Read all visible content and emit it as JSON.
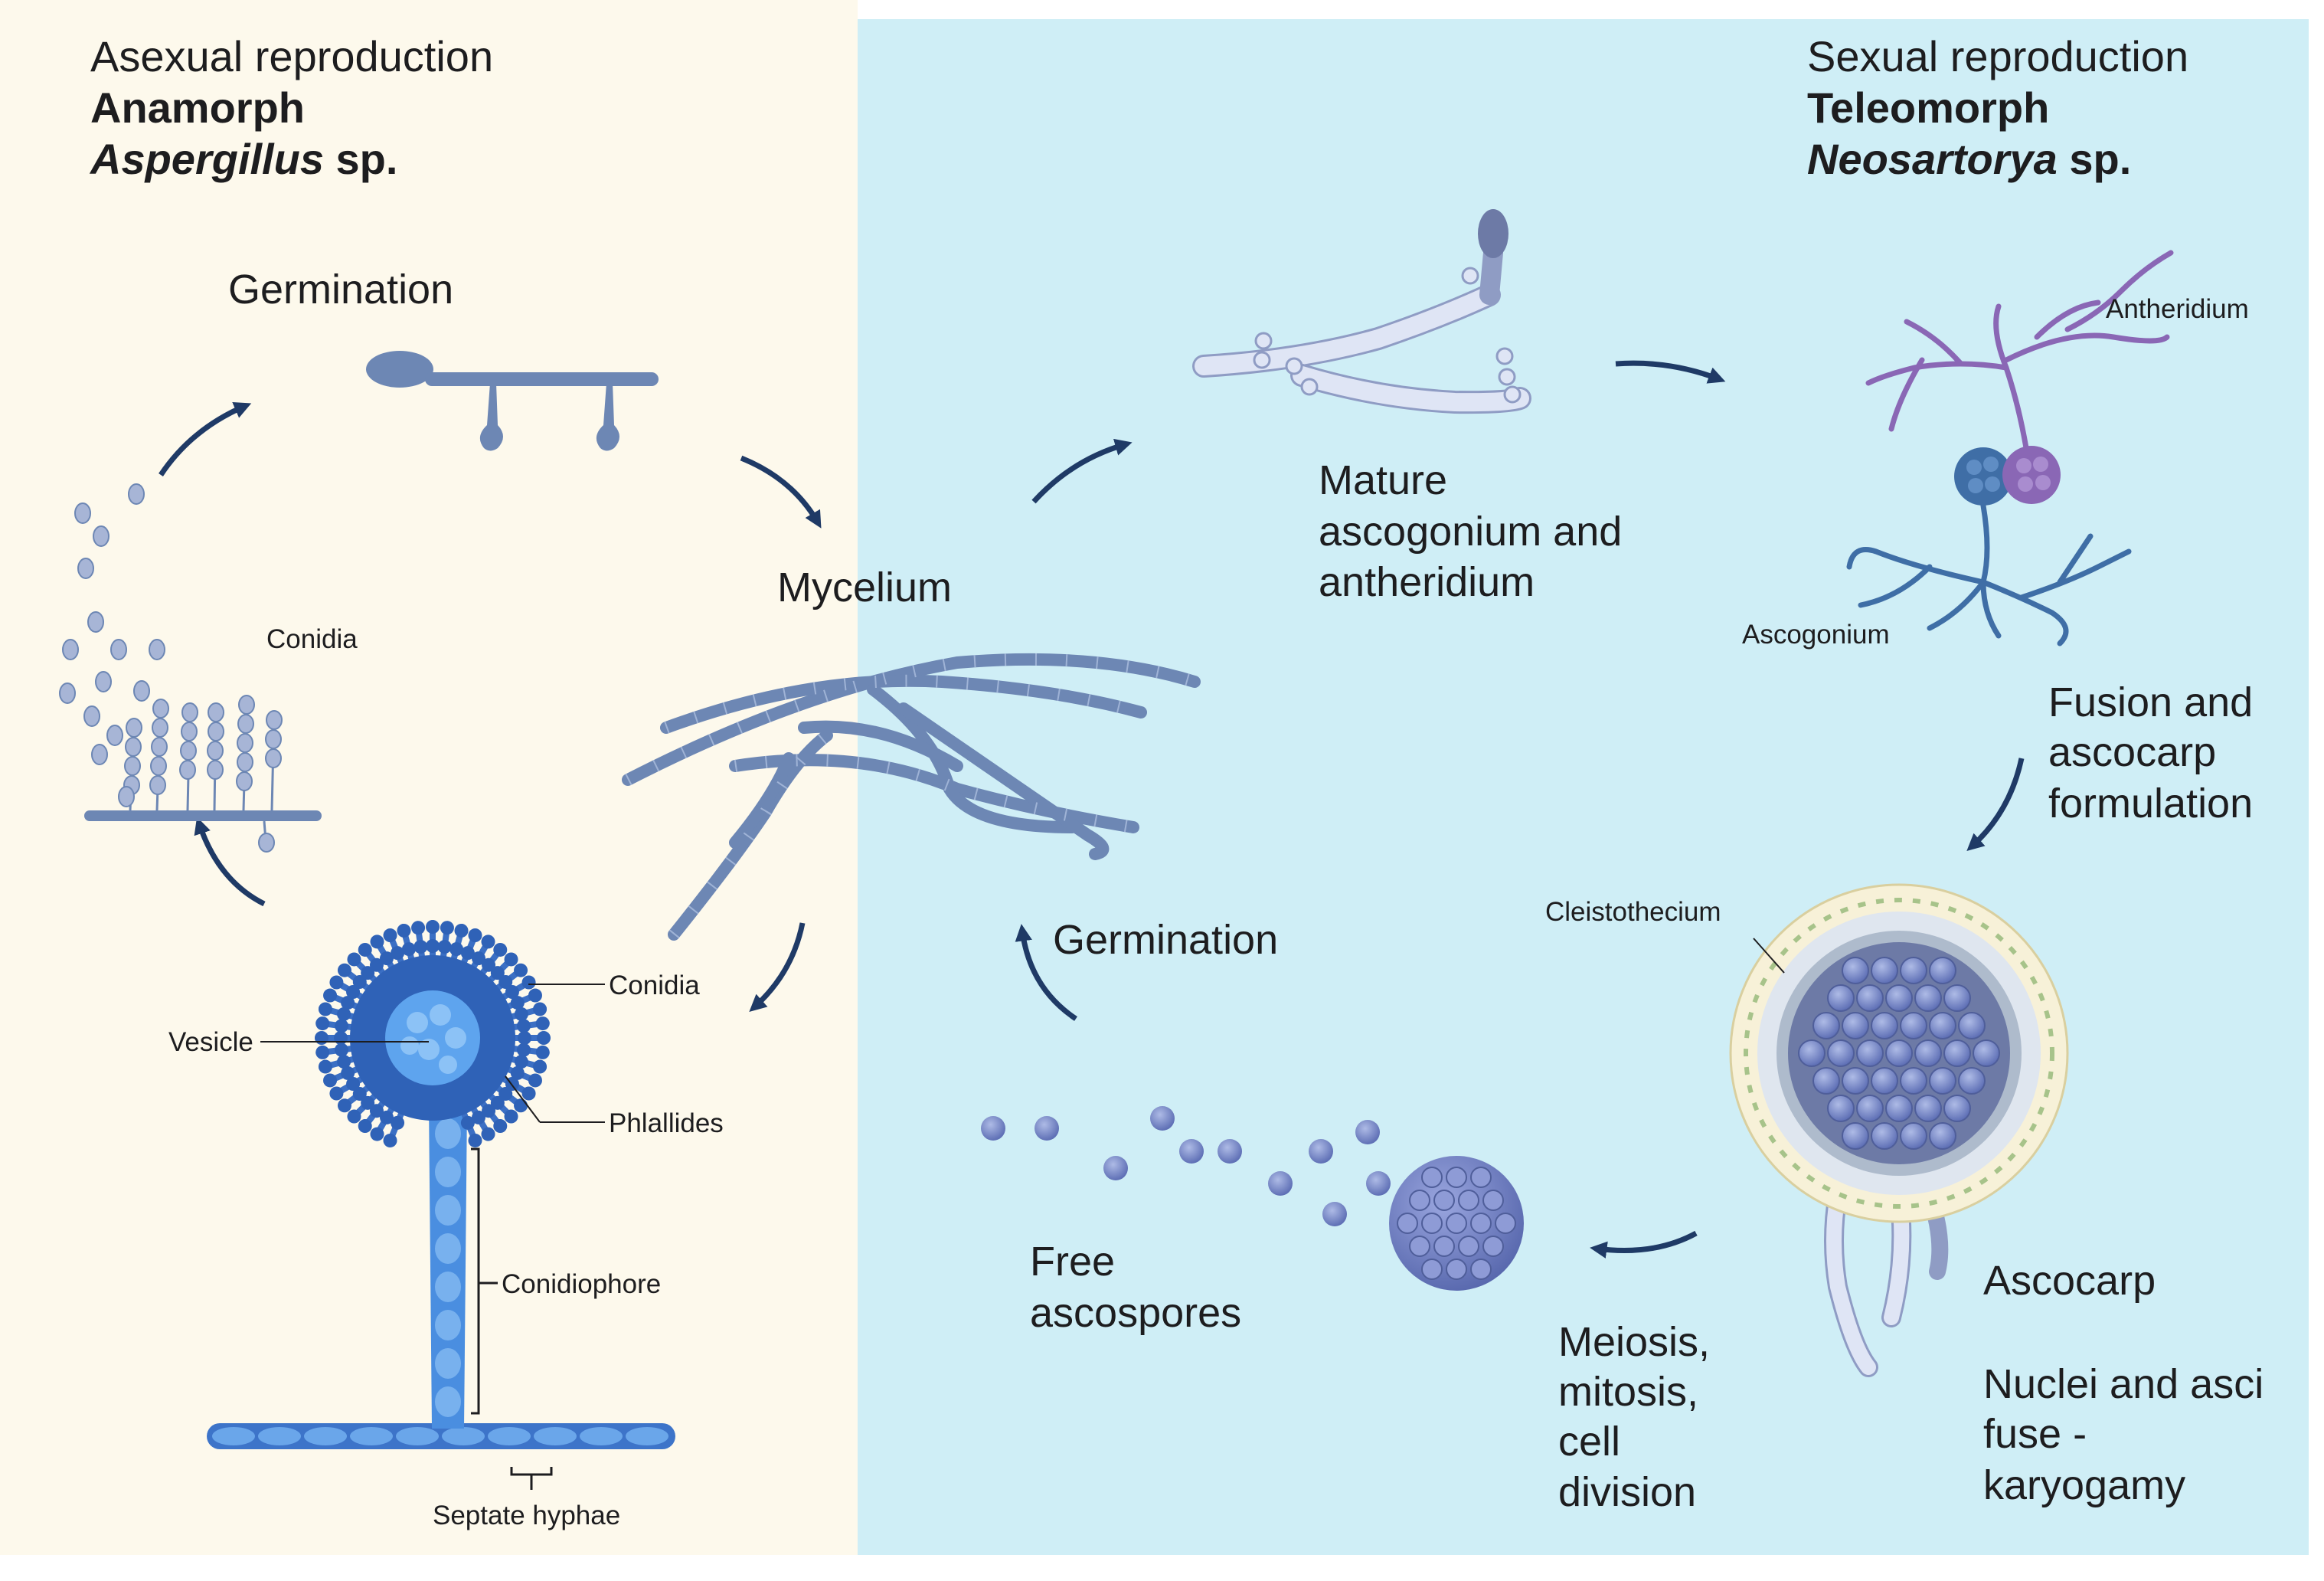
{
  "panels": {
    "asexual": {
      "heading": "Asexual reproduction",
      "stage": "Anamorph",
      "genus": "Aspergillus",
      "suffix": " sp."
    },
    "sexual": {
      "heading": "Sexual reproduction",
      "stage": "Teleomorph",
      "genus": "Neosartorya",
      "suffix": " sp."
    }
  },
  "labels": {
    "germination_top": "Germination",
    "mycelium": "Mycelium",
    "conidia_cluster": "Conidia",
    "conidia_head": "Conidia",
    "vesicle": "Vesicle",
    "phialides": "Phlallides",
    "conidiophore": "Conidiophore",
    "septate_hyphae": "Septate hyphae",
    "mature_line1": "Mature",
    "mature_line2": "ascogonium and",
    "mature_line3": "antheridium",
    "antheridium": "Antheridium",
    "ascogonium": "Ascogonium",
    "fusion_line1": "Fusion and",
    "fusion_line2": "ascocarp",
    "fusion_line3": "formulation",
    "cleistothecium": "Cleistothecium",
    "ascocarp": "Ascocarp",
    "nuclei_line1": "Nuclei and asci",
    "nuclei_line2": "fuse -",
    "nuclei_line3": "karyogamy",
    "meiosis_line1": "Meiosis,",
    "meiosis_line2": "mitosis,",
    "meiosis_line3": "cell",
    "meiosis_line4": "division",
    "free_line1": "Free",
    "free_line2": "ascospores",
    "germination_bottom": "Germination"
  },
  "colors": {
    "asexual_bg": "#fdf9ec",
    "sexual_bg": "#cfeef6",
    "hyphae": "#6d87b4",
    "conidiophore": "#4a8ee0",
    "antheridium": "#8a67b5",
    "ascogonium": "#3f6ea6",
    "arrow": "#1f3a66",
    "text": "#1d1d1f"
  }
}
